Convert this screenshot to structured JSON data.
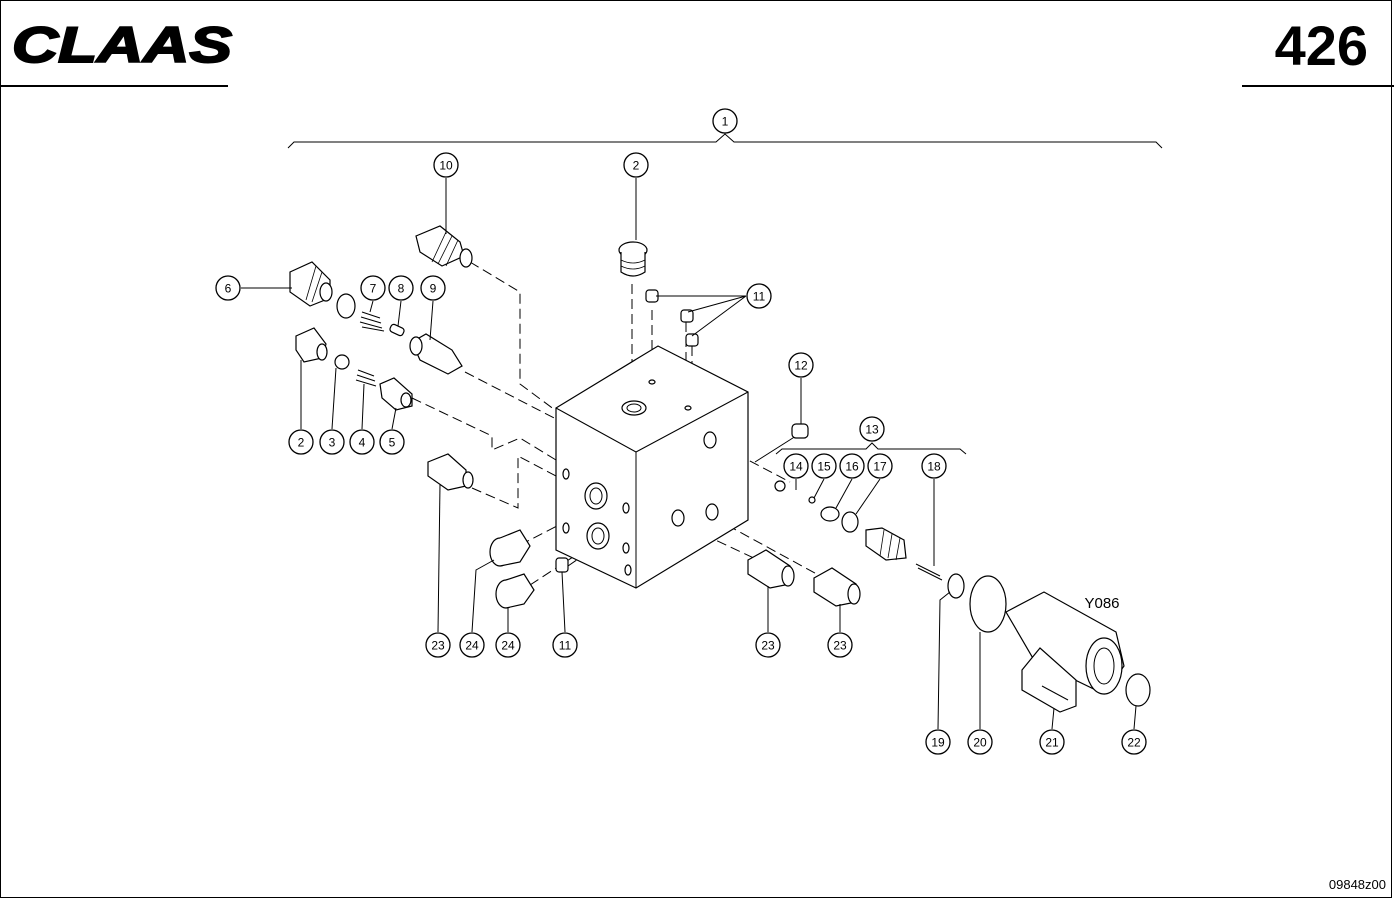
{
  "header": {
    "brand": "CLAAS",
    "page_number": "426"
  },
  "footer": {
    "drawing_code": "09848z00"
  },
  "diagram": {
    "component_label": "Y086",
    "callouts": [
      {
        "id": "c1",
        "label": "1"
      },
      {
        "id": "c2-top",
        "label": "2"
      },
      {
        "id": "c10",
        "label": "10"
      },
      {
        "id": "c6",
        "label": "6"
      },
      {
        "id": "c7",
        "label": "7"
      },
      {
        "id": "c8",
        "label": "8"
      },
      {
        "id": "c9",
        "label": "9"
      },
      {
        "id": "c11-top",
        "label": "11"
      },
      {
        "id": "c12",
        "label": "12"
      },
      {
        "id": "c13",
        "label": "13"
      },
      {
        "id": "c14",
        "label": "14"
      },
      {
        "id": "c15",
        "label": "15"
      },
      {
        "id": "c16",
        "label": "16"
      },
      {
        "id": "c17",
        "label": "17"
      },
      {
        "id": "c18",
        "label": "18"
      },
      {
        "id": "c2-left",
        "label": "2"
      },
      {
        "id": "c3",
        "label": "3"
      },
      {
        "id": "c4",
        "label": "4"
      },
      {
        "id": "c5",
        "label": "5"
      },
      {
        "id": "c23-a",
        "label": "23"
      },
      {
        "id": "c24-a",
        "label": "24"
      },
      {
        "id": "c24-b",
        "label": "24"
      },
      {
        "id": "c11-bottom",
        "label": "11"
      },
      {
        "id": "c23-b",
        "label": "23"
      },
      {
        "id": "c23-c",
        "label": "23"
      },
      {
        "id": "c19",
        "label": "19"
      },
      {
        "id": "c20",
        "label": "20"
      },
      {
        "id": "c21",
        "label": "21"
      },
      {
        "id": "c22",
        "label": "22"
      }
    ]
  }
}
